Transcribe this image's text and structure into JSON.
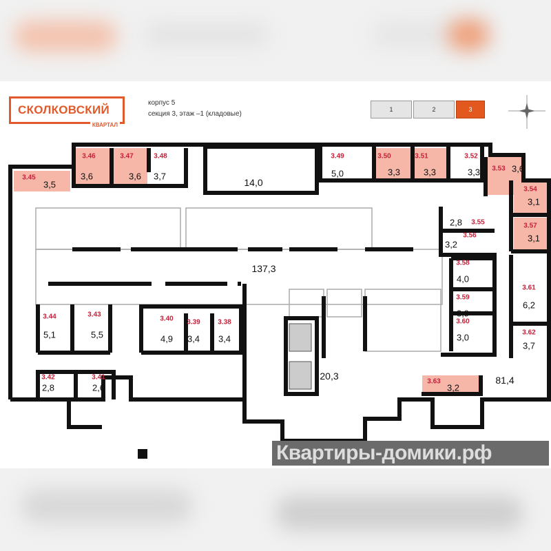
{
  "header": {
    "logo_main": "СКОЛКОВСКИЙ",
    "logo_sub": "КВАРТАЛ",
    "building_line": "корпус 5",
    "section_line": "секция 3, этаж –1 (кладовые)",
    "sections": [
      {
        "label": "1",
        "active": false
      },
      {
        "label": "2",
        "active": false
      },
      {
        "label": "3",
        "active": true
      }
    ]
  },
  "colors": {
    "accent": "#e05a2b",
    "highlight": "#f6b7a9",
    "room_id": "#c8203a"
  },
  "rooms": [
    {
      "id": "3.45",
      "area": "3,5",
      "highlighted": true
    },
    {
      "id": "3.46",
      "area": "3,6",
      "highlighted": true
    },
    {
      "id": "3.47",
      "area": "3,6",
      "highlighted": true
    },
    {
      "id": "3.48",
      "area": "3,7",
      "highlighted": false
    },
    {
      "id": "3.49",
      "area": "5,0",
      "highlighted": false
    },
    {
      "id": "3.50",
      "area": "3,3",
      "highlighted": true
    },
    {
      "id": "3.51",
      "area": "3,3",
      "highlighted": true
    },
    {
      "id": "3.52",
      "area": "3,3",
      "highlighted": false
    },
    {
      "id": "3.53",
      "area": "3,6",
      "highlighted": true
    },
    {
      "id": "3.54",
      "area": "3,1",
      "highlighted": true
    },
    {
      "id": "3.57",
      "area": "3,1",
      "highlighted": true
    },
    {
      "id": "3.55",
      "area": "2,8",
      "highlighted": false
    },
    {
      "id": "3.56",
      "area": "3,2",
      "highlighted": false
    },
    {
      "id": "3.58",
      "area": "4,0",
      "highlighted": false
    },
    {
      "id": "3.59",
      "area": "3,9",
      "highlighted": false
    },
    {
      "id": "3.60",
      "area": "3,0",
      "highlighted": false
    },
    {
      "id": "3.61",
      "area": "6,2",
      "highlighted": false
    },
    {
      "id": "3.62",
      "area": "3,7",
      "highlighted": false
    },
    {
      "id": "3.44",
      "area": "5,1",
      "highlighted": false
    },
    {
      "id": "3.43",
      "area": "5,5",
      "highlighted": false
    },
    {
      "id": "3.40",
      "area": "4,9",
      "highlighted": false
    },
    {
      "id": "3.39",
      "area": "3,4",
      "highlighted": false
    },
    {
      "id": "3.38",
      "area": "3,4",
      "highlighted": false
    },
    {
      "id": "3.42",
      "area": "2,8",
      "highlighted": false
    },
    {
      "id": "3.41",
      "area": "2,6",
      "highlighted": false
    },
    {
      "id": "3.63",
      "area": "3,2",
      "highlighted": true
    }
  ],
  "common_areas": [
    "14,0",
    "137,3",
    "20,3",
    "81,4"
  ],
  "watermark": "Квартиры-домики.рф"
}
